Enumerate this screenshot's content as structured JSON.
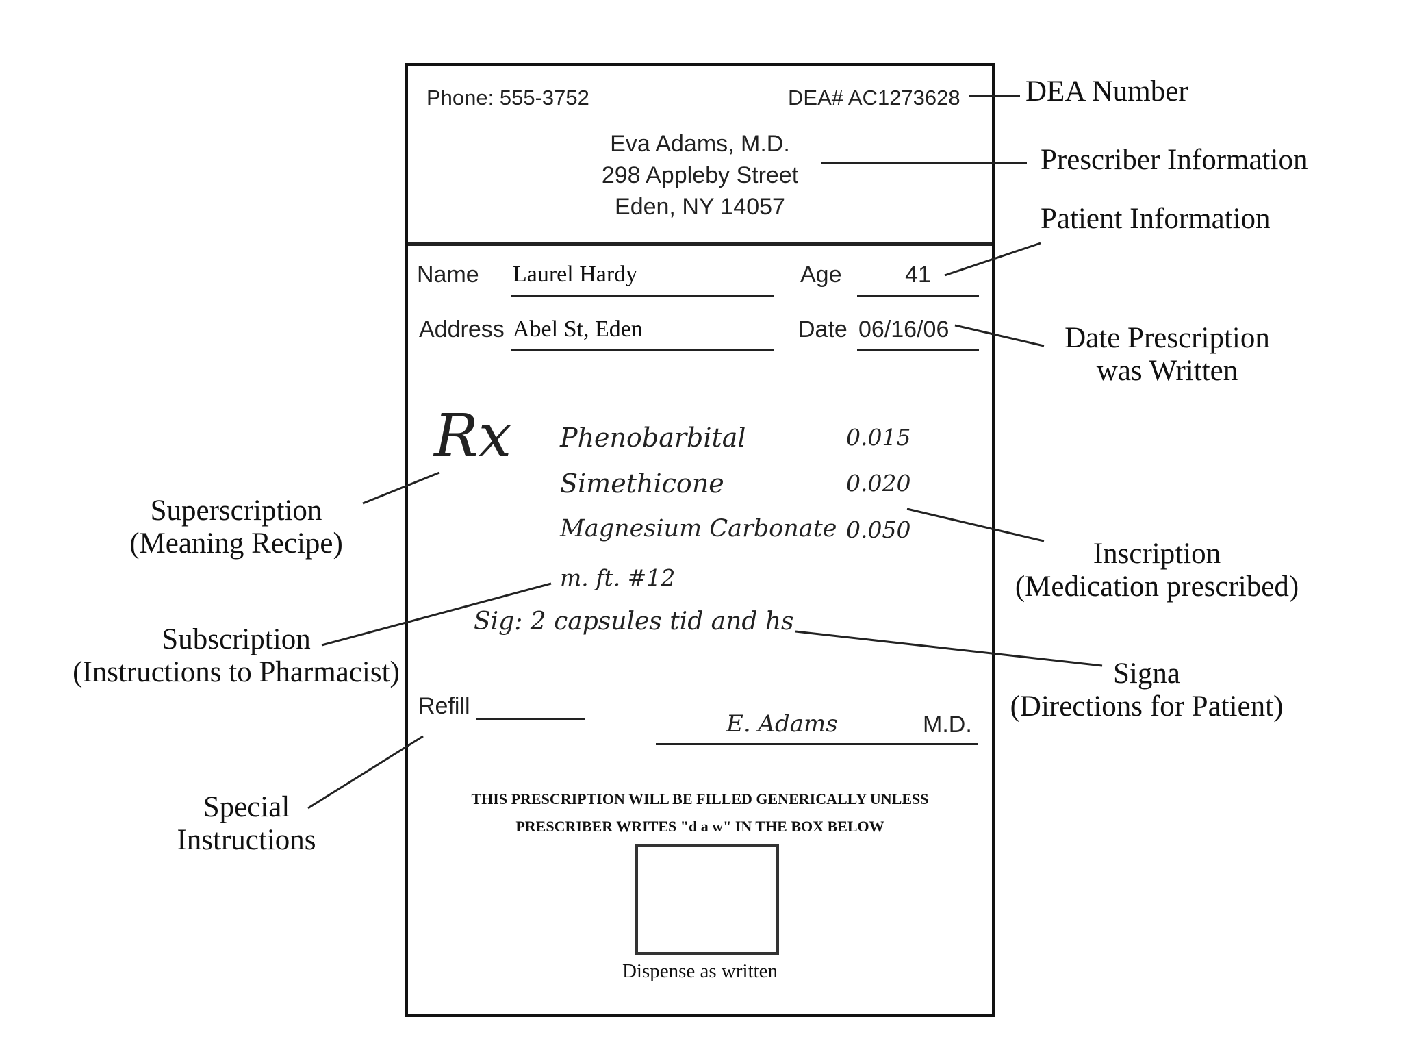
{
  "prescriber": {
    "phone": "Phone: 555-3752",
    "dea": "DEA# AC1273628",
    "name": "Eva Adams, M.D.",
    "street": "298 Appleby Street",
    "city": "Eden, NY 14057"
  },
  "patient": {
    "name_label": "Name",
    "name_value": "Laurel Hardy",
    "age_label": "Age",
    "age_value": "41",
    "address_label": "Address",
    "address_value": "Abel St, Eden",
    "date_label": "Date",
    "date_value": "06/16/06"
  },
  "rx": {
    "symbol": "Rx",
    "medications": [
      {
        "name": "Phenobarbital",
        "amount": "0.015"
      },
      {
        "name": "Simethicone",
        "amount": "0.020"
      },
      {
        "name": "Magnesium Carbonate",
        "amount": "0.050"
      }
    ],
    "subscription": "m. ft. #12",
    "signa": "Sig: 2 capsules tid and hs"
  },
  "footer": {
    "refill_label": "Refill",
    "signature": "E. Adams",
    "md": "M.D.",
    "notice_line1": "THIS PRESCRIPTION WILL BE FILLED GENERICALLY UNLESS",
    "notice_line2": "PRESCRIBER WRITES \"d a w\" IN THE BOX BELOW",
    "dispense": "Dispense as written"
  },
  "annotations": {
    "dea_number": "DEA Number",
    "prescriber_info": "Prescriber Information",
    "patient_info": "Patient Information",
    "date_written_1": "Date Prescription",
    "date_written_2": "was Written",
    "superscription_1": "Superscription",
    "superscription_2": "(Meaning Recipe)",
    "inscription_1": "Inscription",
    "inscription_2": "(Medication prescribed)",
    "subscription_1": "Subscription",
    "subscription_2": "(Instructions to Pharmacist)",
    "signa_1": "Signa",
    "signa_2": "(Directions for Patient)",
    "special_1": "Special",
    "special_2": "Instructions"
  }
}
